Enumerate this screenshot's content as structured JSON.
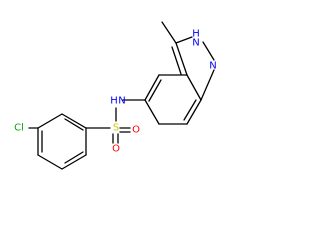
{
  "colors": {
    "background": "#ffffff",
    "bond": "#000000",
    "carbon": "#000000",
    "nitrogen": "#0000ff",
    "oxygen": "#ff0000",
    "sulfur": "#cccc00",
    "chlorine": "#00aa00"
  },
  "atoms": {
    "cl": "Cl",
    "s": "S",
    "o1": "O",
    "o2": "O",
    "n_nh": "N",
    "h_nh": "H",
    "n2": "N",
    "h2": "H",
    "n1": "N"
  }
}
